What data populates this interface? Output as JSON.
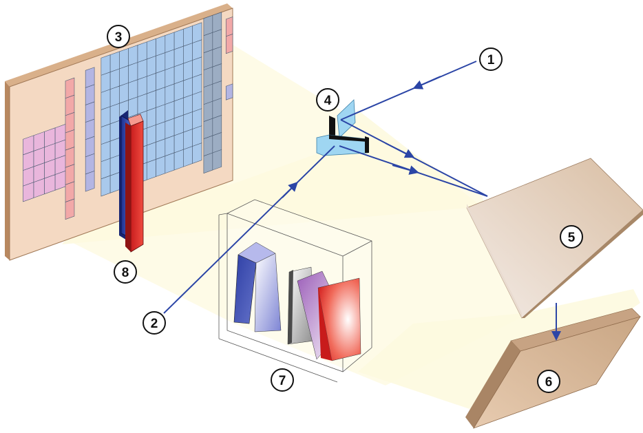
{
  "labels": [
    {
      "id": "1",
      "text": "1"
    },
    {
      "id": "2",
      "text": "2"
    },
    {
      "id": "3",
      "text": "3"
    },
    {
      "id": "4",
      "text": "4"
    },
    {
      "id": "5",
      "text": "5"
    },
    {
      "id": "6",
      "text": "6"
    },
    {
      "id": "7",
      "text": "7"
    },
    {
      "id": "8",
      "text": "8"
    }
  ],
  "colors": {
    "background": "#ffffff",
    "beam": "#2b45a6",
    "projection_cone": "#fdfadf",
    "panel": "#f4d9c2",
    "panel_edge": "#c8a47e",
    "cell_blue": "#a9c9ec",
    "cell_pink": "#e9b6dc",
    "cell_red": "#f2a8a8",
    "cell_gray": "#9cadc3",
    "mirror": "#9fd6f2",
    "bar_red": "#e8342f",
    "bar_blue": "#2c3fa8",
    "box_gray": "#f2e8e1",
    "plate_tan": "#e3c6a9"
  }
}
